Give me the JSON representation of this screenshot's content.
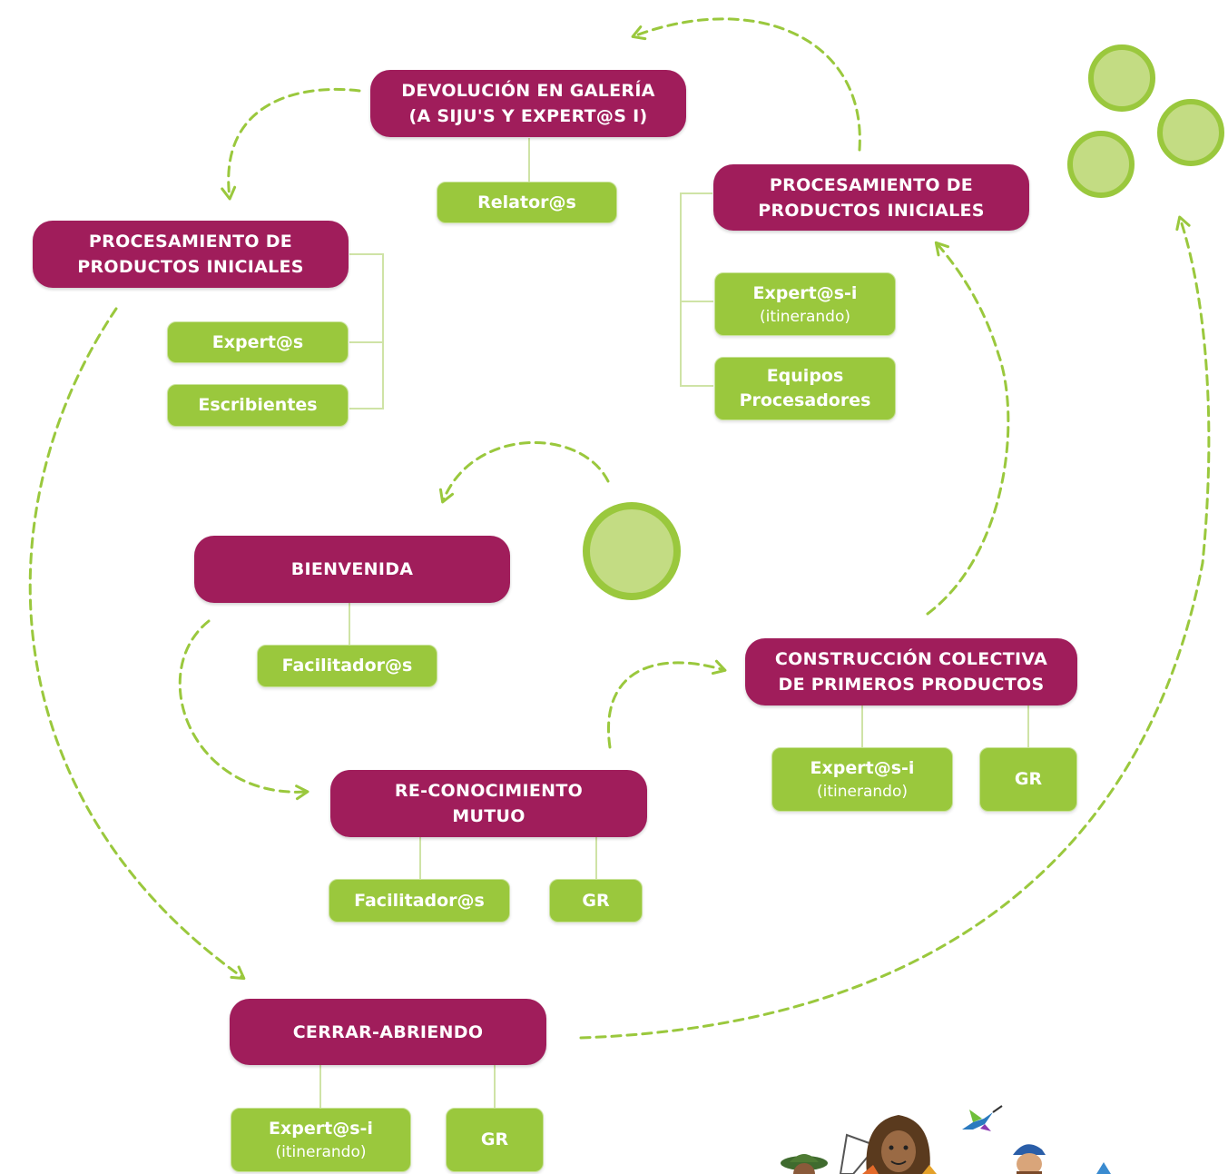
{
  "colors": {
    "node_fill": "#a01d5b",
    "role_fill": "#9ac83d",
    "arrow": "#9ac83d",
    "connector": "#cfe3a6",
    "circle_fill": "#c3dc83",
    "circle_ring": "#9ac83d"
  },
  "nodes": {
    "devolucion": {
      "line1": "DEVOLUCIÓN EN GALERÍA",
      "line2": "(A SIJU'S Y EXPERT@S I)"
    },
    "procesamiento_left": {
      "line1": "PROCESAMIENTO DE",
      "line2": "PRODUCTOS INICIALES"
    },
    "procesamiento_right": {
      "line1": "PROCESAMIENTO DE",
      "line2": "PRODUCTOS INICIALES"
    },
    "bienvenida": {
      "line1": "BIENVENIDA"
    },
    "reconocimiento": {
      "line1": "RE-CONOCIMIENTO",
      "line2": "MUTUO"
    },
    "construccion": {
      "line1": "CONSTRUCCIÓN COLECTIVA",
      "line2": "DE PRIMEROS PRODUCTOS"
    },
    "cerrar": {
      "line1": "CERRAR-ABRIENDO"
    }
  },
  "roles": {
    "relatores": {
      "label": "Relator@s"
    },
    "expertos_left": {
      "label": "Expert@s"
    },
    "escribientes": {
      "label": "Escribientes"
    },
    "expertos_i_right": {
      "label": "Expert@s-i",
      "sub": "(itinerando)"
    },
    "equipos": {
      "label": "Equipos",
      "label2": "Procesadores"
    },
    "facilitadores_bienvenida": {
      "label": "Facilitador@s"
    },
    "facilitadores_reconocimiento": {
      "label": "Facilitador@s"
    },
    "gr_reconocimiento": {
      "label": "GR"
    },
    "expertos_i_construccion": {
      "label": "Expert@s-i",
      "sub": "(itinerando)"
    },
    "gr_construccion": {
      "label": "GR"
    },
    "expertos_i_cerrar": {
      "label": "Expert@s-i",
      "sub": "(itinerando)"
    },
    "gr_cerrar": {
      "label": "GR"
    }
  }
}
